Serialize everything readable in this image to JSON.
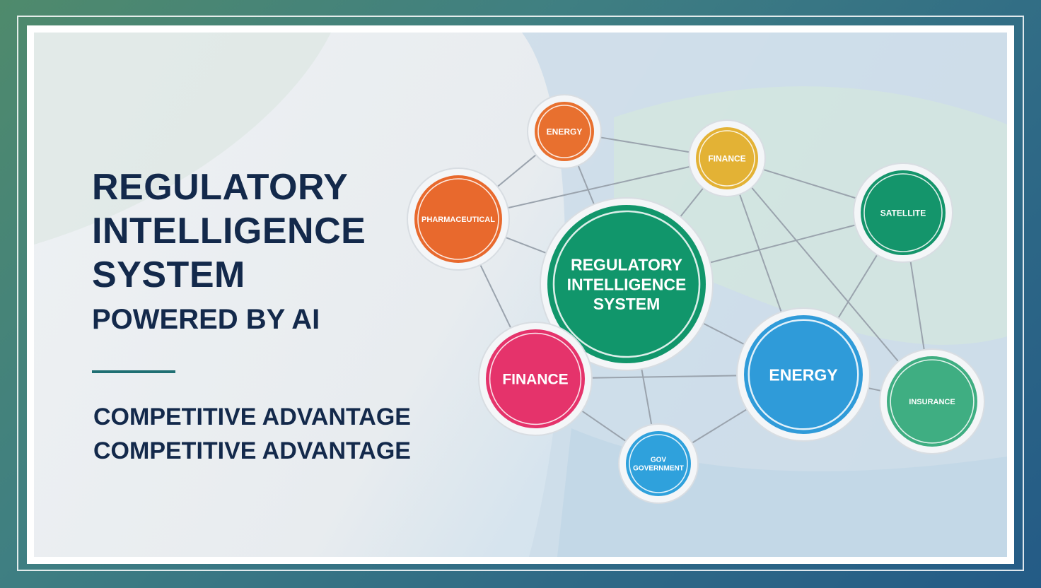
{
  "title_lines": [
    "REGULATORY",
    "INTELLIGENCE",
    "SYSTEM"
  ],
  "subtitle": "POWERED BY AI",
  "taglines": [
    "COMPETITIVE ADVANTAGE",
    "COMPETITIVE ADVANTAGE"
  ],
  "colors": {
    "title": "#13294b",
    "divider": "#1f6f73",
    "connector": "#9aa3ad"
  },
  "nodes": [
    {
      "key": "center",
      "name": "center-hub-node",
      "lines": [
        "REGULATORY",
        "INTELLIGENCE",
        "SYSTEM"
      ],
      "color": "#11966b"
    },
    {
      "key": "energy_small",
      "name": "energy-small-node",
      "lines": [
        "ENERGY"
      ],
      "color": "#e8702f"
    },
    {
      "key": "pharma",
      "name": "pharmaceutical-node",
      "lines": [
        "PHARMACEUTICAL"
      ],
      "color": "#e8692d"
    },
    {
      "key": "finance_small",
      "name": "finance-small-node",
      "lines": [
        "FINANCE"
      ],
      "color": "#e3b235"
    },
    {
      "key": "tech",
      "name": "technology-node",
      "lines": [
        "SATELLITE"
      ],
      "color": "#14956b"
    },
    {
      "key": "finance",
      "name": "finance-node",
      "lines": [
        "FINANCE"
      ],
      "color": "#e5336b"
    },
    {
      "key": "energy",
      "name": "energy-node",
      "lines": [
        "ENERGY"
      ],
      "color": "#2f9bd9"
    },
    {
      "key": "insurance",
      "name": "insurance-node",
      "lines": [
        "INSURANCE"
      ],
      "color": "#3fae82"
    },
    {
      "key": "gov",
      "name": "government-node",
      "lines": [
        "GOV",
        "GOVERNMENT"
      ],
      "color": "#2fa1dc"
    }
  ],
  "edges": [
    [
      "center",
      "energy_small"
    ],
    [
      "center",
      "pharma"
    ],
    [
      "center",
      "finance_small"
    ],
    [
      "center",
      "tech"
    ],
    [
      "center",
      "finance"
    ],
    [
      "center",
      "energy"
    ],
    [
      "center",
      "gov"
    ],
    [
      "pharma",
      "energy_small"
    ],
    [
      "pharma",
      "finance_small"
    ],
    [
      "pharma",
      "finance"
    ],
    [
      "energy_small",
      "finance_small"
    ],
    [
      "finance_small",
      "tech"
    ],
    [
      "finance_small",
      "energy"
    ],
    [
      "tech",
      "insurance"
    ],
    [
      "tech",
      "energy"
    ],
    [
      "energy",
      "insurance"
    ],
    [
      "energy",
      "gov"
    ],
    [
      "finance",
      "gov"
    ],
    [
      "finance",
      "energy"
    ],
    [
      "finance_small",
      "insurance"
    ]
  ]
}
